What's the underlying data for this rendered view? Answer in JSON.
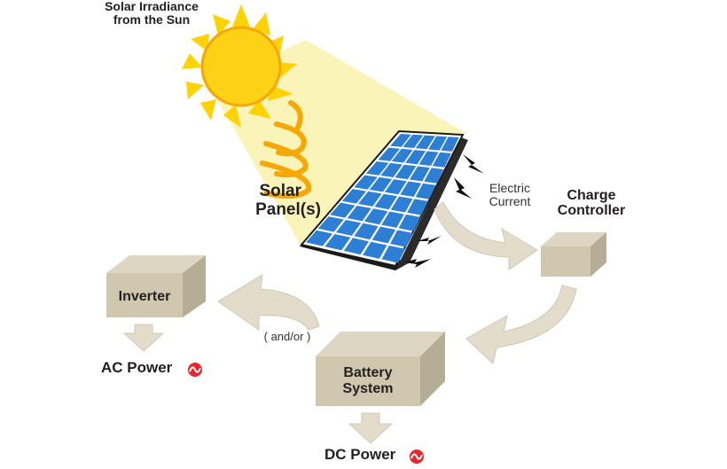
{
  "labels": {
    "sun_line1": "Solar Irradiance",
    "sun_line2": "from the Sun",
    "panel_line1": "Solar",
    "panel_line2": "Panel(s)",
    "current_line1": "Electric",
    "current_line2": "Current",
    "controller_line1": "Charge",
    "controller_line2": "Controller",
    "inverter": "Inverter",
    "battery_line1": "Battery",
    "battery_line2": "System",
    "and_or": "( and/or )",
    "ac_power": "AC Power",
    "dc_power": "DC Power"
  },
  "colors": {
    "sun": "#fcd116",
    "sun_ray": "#ffd200",
    "beam": "#fbf4b8",
    "wave": "#f7a700",
    "panel_cell": "#2c7fd4",
    "panel_frame": "#ffffff",
    "panel_edge": "#1a1a1a",
    "box_top": "#ddd6c2",
    "box_front": "#cfc7ae",
    "box_side": "#b5ad94",
    "arrow": "#e3dccb",
    "power_icon": "#e8262d"
  },
  "icons": {
    "sun": "sun-icon",
    "lightning": "lightning-bolt-icon",
    "power": "power-wave-icon"
  }
}
